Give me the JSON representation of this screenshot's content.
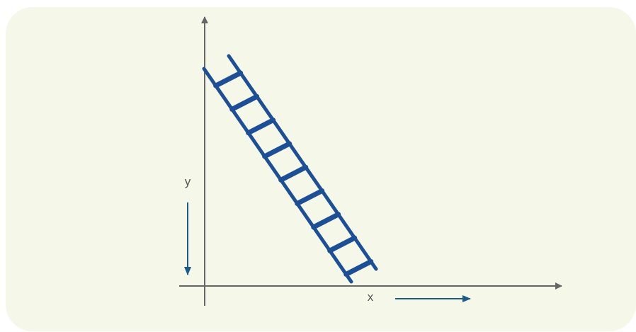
{
  "labels": {
    "y_axis": "y",
    "x_axis": "x"
  },
  "colors": {
    "panel_background": "#f5f7e9",
    "axis": "#666666",
    "ladder": "#1d4f96",
    "motion_arrow": "#1d5a8c",
    "label_text": "#555555"
  },
  "icons": {
    "ladder": "ladder-icon",
    "y_motion": "arrow-down-icon",
    "x_motion": "arrow-right-icon"
  },
  "ladder": {
    "rung_count": 9
  }
}
